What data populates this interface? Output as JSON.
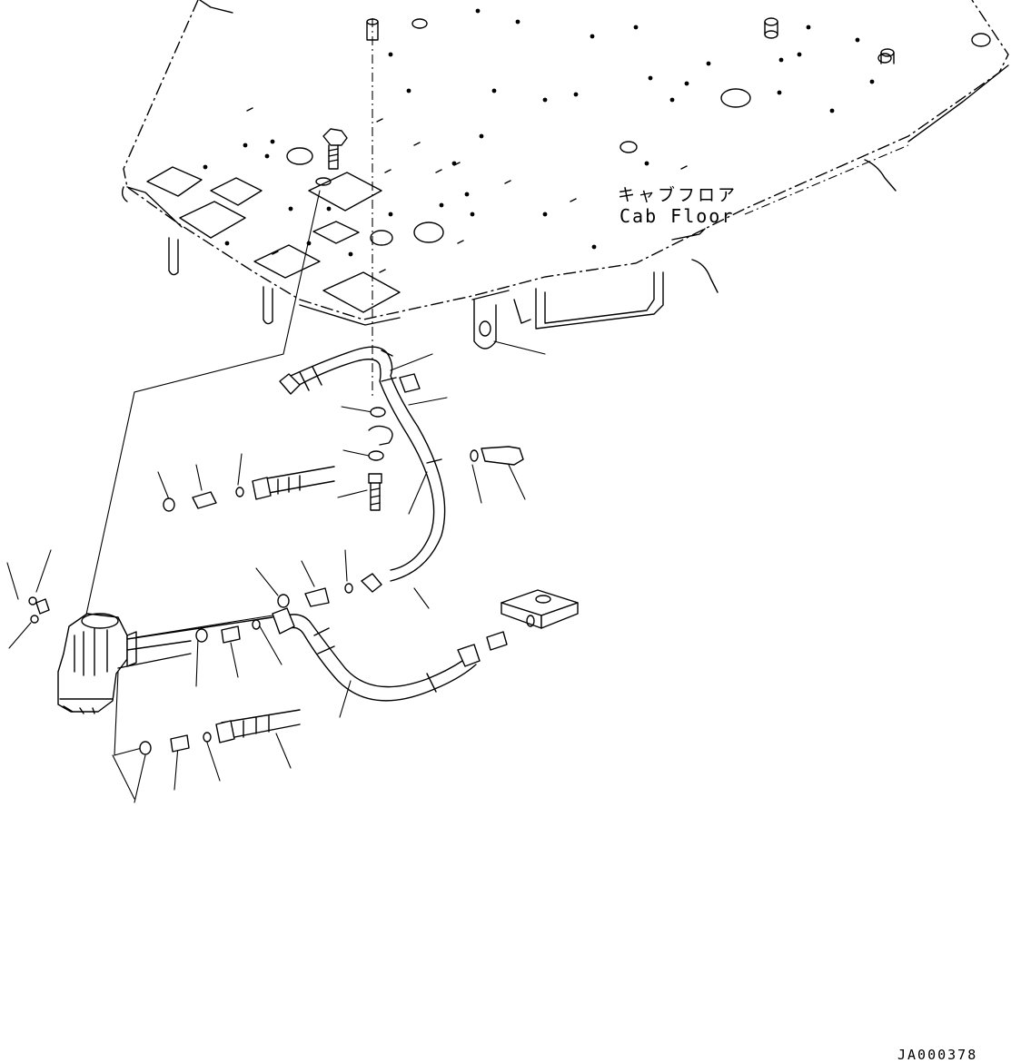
{
  "diagram": {
    "labels": {
      "japanese": "キャブフロア",
      "english": "Cab Floor"
    },
    "reference_code": "JA000378"
  }
}
